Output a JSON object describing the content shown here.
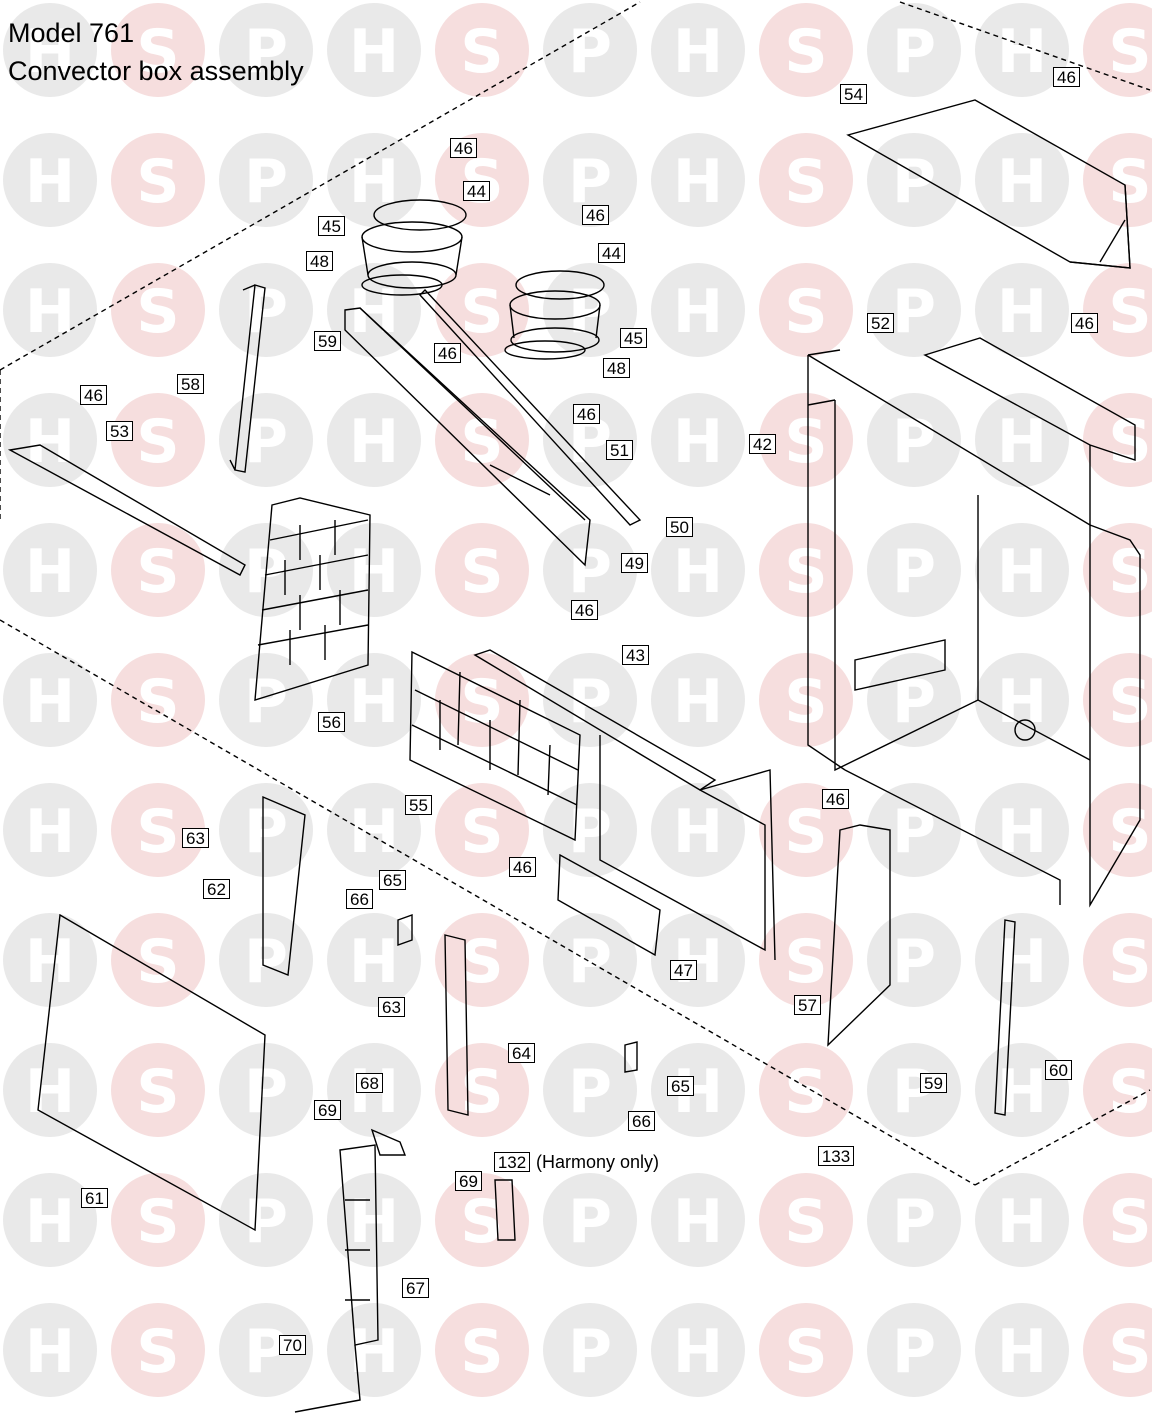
{
  "title": {
    "line1": "Model 761",
    "line2": "Convector box assembly"
  },
  "watermark": {
    "letters": [
      "H",
      "S",
      "P"
    ],
    "circle_color": "#e9e9e9",
    "accent_circle_color": "#f6dede",
    "letter_color": "#ffffff"
  },
  "callouts": [
    "46",
    "54",
    "46",
    "44",
    "45",
    "48",
    "46",
    "44",
    "59",
    "46",
    "45",
    "48",
    "52",
    "46",
    "58",
    "46",
    "46",
    "53",
    "51",
    "42",
    "50",
    "49",
    "46",
    "43",
    "56",
    "46",
    "55",
    "63",
    "62",
    "66",
    "65",
    "46",
    "47",
    "63",
    "57",
    "64",
    "65",
    "59",
    "60",
    "66",
    "68",
    "69",
    "133",
    "132",
    "69",
    "61",
    "67",
    "70"
  ],
  "notes": {
    "harmony": "(Harmony only)"
  }
}
